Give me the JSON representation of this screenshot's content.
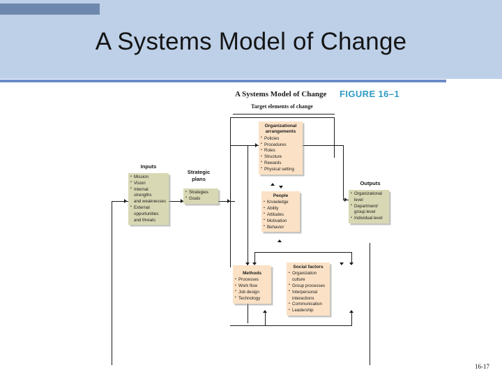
{
  "slide": {
    "title": "A Systems Model of Change",
    "page_number": "16-17",
    "accent_band_color": "#bdd0e8",
    "accent_tab_color": "#6e88ad",
    "accent_rule_color": "#6c8cc7"
  },
  "figure": {
    "caption": "A Systems Model of Change",
    "number": "FIGURE 16–1",
    "subcaption": "Target elements of change",
    "number_color": "#2e9bc4",
    "olive_box_color": "#d9d8b4",
    "peach_box_color": "#fbe2c6"
  },
  "labels": {
    "inputs": "Inputs",
    "strategic_plans_line1": "Strategic",
    "strategic_plans_line2": "plans",
    "outputs": "Outputs"
  },
  "boxes": {
    "inputs": {
      "title": "",
      "items": [
        "Mission",
        "Vision",
        "Internal strengths",
        "and weaknesses",
        "External",
        "opportunities",
        "and threats"
      ]
    },
    "strategic_plans": {
      "title": "",
      "items": [
        "Strategies",
        "Goals"
      ]
    },
    "organizational_arrangements": {
      "title_line1": "Organizational",
      "title_line2": "arrangements",
      "items": [
        "Policies",
        "Procedures",
        "Roles",
        "Structure",
        "Rewards",
        "Physical setting"
      ]
    },
    "people": {
      "title": "People",
      "items": [
        "Knowledge",
        "Ability",
        "Attitudes",
        "Motivation",
        "Behavior"
      ]
    },
    "methods": {
      "title": "Methods",
      "items": [
        "Processes",
        "Work flow",
        "Job design",
        "Technology"
      ]
    },
    "social_factors": {
      "title": "Social factors",
      "items": [
        "Organization",
        "culture",
        "Group processes",
        "Interpersonal",
        "interactions",
        "Communication",
        "Leadership"
      ]
    },
    "outputs": {
      "title": "",
      "items": [
        "Organizational",
        "level",
        "Department/",
        "group level",
        "Individual level"
      ]
    }
  }
}
